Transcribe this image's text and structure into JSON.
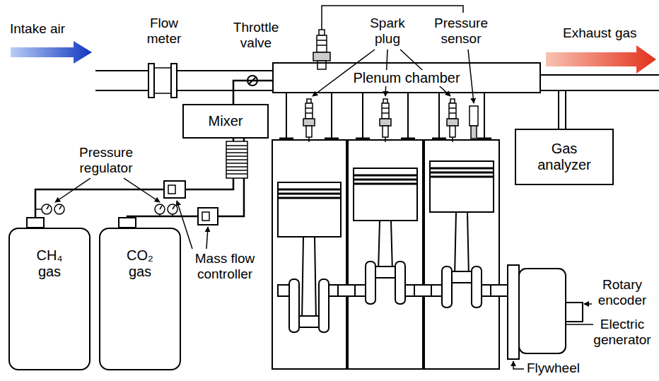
{
  "diagram": {
    "nodes": [
      {
        "text": [
          "Plenum chamber"
        ]
      },
      {
        "text": [
          "Mixer"
        ]
      },
      {
        "text": [
          "Gas analyzer"
        ]
      },
      {
        "text": [
          "CH₄ gas"
        ]
      },
      {
        "text": [
          "CO₂ gas"
        ]
      }
    ],
    "edges": [
      {
        "from": 3,
        "to": 1,
        "arrow": "none"
      },
      {
        "from": 4,
        "to": 1,
        "arrow": "none"
      },
      {
        "from": 1,
        "to": 0,
        "arrow": "none"
      }
    ],
    "labels": [
      "Intake air",
      "Flow meter",
      "Throttle valve",
      "Spark plug",
      "Pressure sensor",
      "Exhaust gas",
      "Pressure regulator",
      "Mass flow controller",
      "Rotary encoder",
      "Electric generator",
      "Flywheel"
    ]
  }
}
